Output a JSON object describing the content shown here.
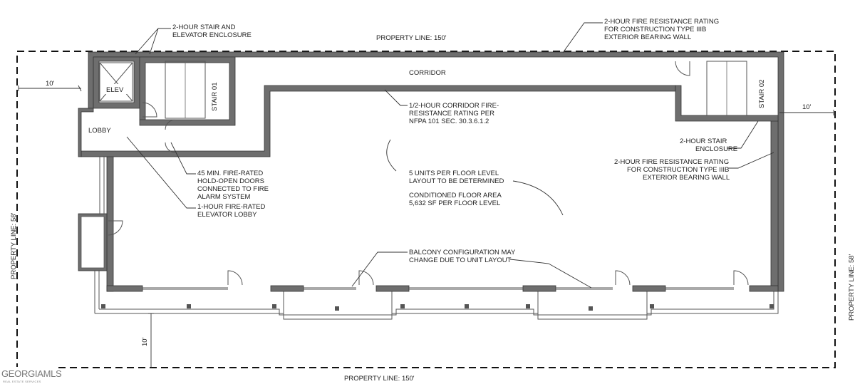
{
  "labels": {
    "property_line_top": "PROPERTY LINE: 150'",
    "property_line_bottom": "PROPERTY LINE: 150'",
    "property_line_left": "PROPERTY LINE: 58'",
    "property_line_right": "PROPERTY LINE: 58'",
    "setback_left": "10'",
    "setback_right": "10'",
    "setback_bottom": "10'",
    "corridor": "CORRIDOR",
    "elev": "ELEV",
    "stair_01": "STAIR 01",
    "stair_02": "STAIR 02",
    "lobby": "LOBBY"
  },
  "notes": {
    "stair_elev_enclosure": [
      "2-HOUR STAIR AND",
      "ELEVATOR ENCLOSURE"
    ],
    "exterior_wall_top": [
      "2-HOUR FIRE RESISTANCE RATING",
      "FOR CONSTRUCTION TYPE IIIB",
      "EXTERIOR BEARING WALL"
    ],
    "corridor_rating": [
      "1/2-HOUR CORRIDOR FIRE-",
      "RESISTANCE RATING PER",
      "NFPA 101 SEC. 30.3.6.1.2"
    ],
    "stair_enclosure": [
      "2-HOUR STAIR",
      "ENCLOSURE"
    ],
    "exterior_wall_right": [
      "2-HOUR FIRE RESISTANCE RATING",
      "FOR CONSTRUCTION TYPE IIIB",
      "EXTERIOR BEARING WALL"
    ],
    "units_per_floor": [
      "5 UNITS PER FLOOR LEVEL",
      "LAYOUT TO BE DETERMINED"
    ],
    "floor_area": [
      "CONDITIONED FLOOR AREA",
      "5,632 SF PER FLOOR LEVEL"
    ],
    "fire_doors": [
      "45 MIN. FIRE-RATED",
      "HOLD-OPEN DOORS",
      "CONNECTED TO FIRE",
      "ALARM SYSTEM"
    ],
    "elevator_lobby": [
      "1-HOUR FIRE-RATED",
      "ELEVATOR LOBBY"
    ],
    "balcony": [
      "BALCONY CONFIGURATION MAY",
      "CHANGE DUE TO UNIT LAYOUT"
    ]
  },
  "logo": {
    "name": "GEORGIAMLS",
    "tagline": "REAL ESTATE SERVICES"
  }
}
